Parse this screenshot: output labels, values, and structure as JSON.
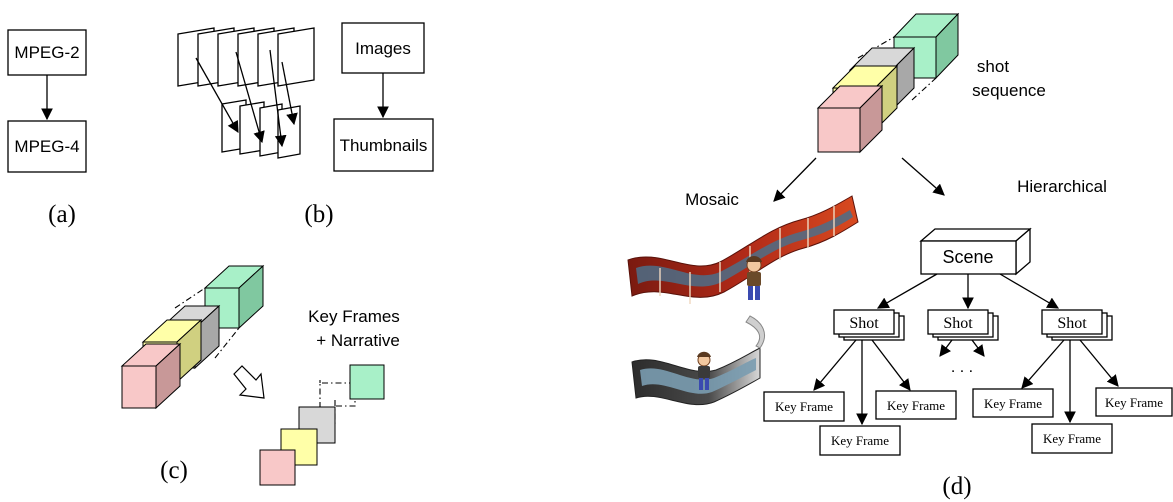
{
  "panel_a": {
    "top_label": "MPEG-2",
    "bottom_label": "MPEG-4",
    "caption": "(a)"
  },
  "panel_b": {
    "top_label": "Images",
    "bottom_label": "Thumbnails",
    "caption": "(b)"
  },
  "panel_c": {
    "label_line1": "Key Frames",
    "label_line2": "+ Narrative",
    "caption": "(c)"
  },
  "panel_d": {
    "sequence_label_line1": "shot",
    "sequence_label_line2": "sequence",
    "mosaic_label": "Mosaic",
    "hierarchical_label": "Hierarchical",
    "scene_label": "Scene",
    "shot_label": "Shot",
    "key_frame_label": "Key Frame",
    "ellipsis": ". . .",
    "caption": "(d)"
  },
  "colors": {
    "pink": "#f8c8c8",
    "yellow": "#ffffa8",
    "gray": "#d8d8d8",
    "green": "#a8f0c8"
  }
}
